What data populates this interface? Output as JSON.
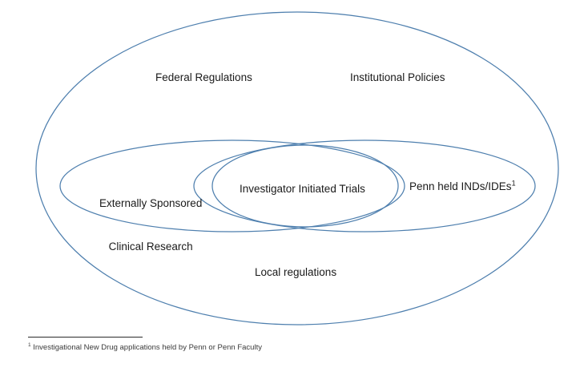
{
  "diagram": {
    "title": "Regulatory and policy framework Venn diagram",
    "stroke_color": "#4E7FAE",
    "background_color": "#FFFFFF",
    "text_color": "#1A1A1A",
    "outer_set": {
      "labels": [
        {
          "name": "federal-regulations",
          "text": "Federal Regulations"
        },
        {
          "name": "institutional-policies",
          "text": "Institutional Policies"
        },
        {
          "name": "local-regulations",
          "text": "Local regulations"
        }
      ]
    },
    "inner_sets": {
      "left": {
        "line1": "Externally Sponsored",
        "line2": "Clinical Research"
      },
      "intersection": {
        "text": "Investigator Initiated Trials"
      },
      "right": {
        "text": "Penn held INDs/IDEs",
        "footnote_marker": "1"
      }
    }
  },
  "footnote": {
    "marker": "1",
    "text": " Investigational New Drug applications held by Penn or Penn Faculty"
  }
}
